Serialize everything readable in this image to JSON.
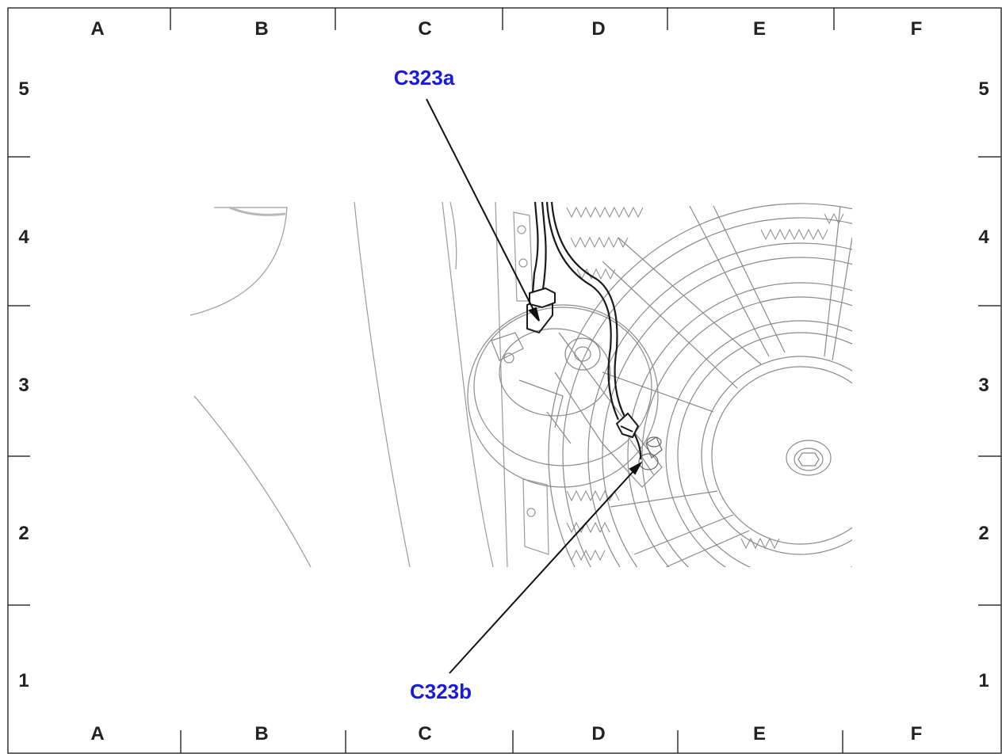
{
  "grid": {
    "columns": [
      "A",
      "B",
      "C",
      "D",
      "E",
      "F"
    ],
    "rows": [
      "5",
      "4",
      "3",
      "2",
      "1"
    ]
  },
  "callouts": [
    {
      "id": "C323a",
      "label": "C323a"
    },
    {
      "id": "C323b",
      "label": "C323b"
    }
  ],
  "colors": {
    "callout": "#1a1adc",
    "line": "#111111",
    "drawing": "#9a9a9a",
    "frame": "#333333"
  }
}
